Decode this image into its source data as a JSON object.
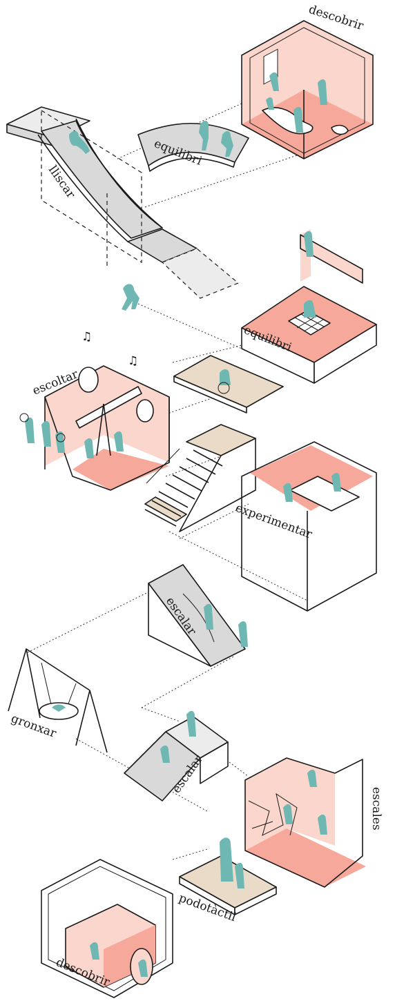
{
  "labels": {
    "descobrir_top": "descobrir",
    "equilibri_1": "equilibri",
    "lliscar": "lliscar",
    "equilibri_2": "equilibri",
    "escoltar": "escoltar",
    "experimentar": "experimentar",
    "escalar_1": "escalar",
    "gronxar": "gronxar",
    "escalar_2": "escalar",
    "escales": "escales",
    "podotactil": "podotàctil",
    "descobrir_bottom": "descobrir"
  },
  "colors": {
    "accent_pink": "#f6a99a",
    "light_pink": "#fbd6cc",
    "figure_teal": "#6fb7b3",
    "slab_grey": "#d9d9d9",
    "ramp_beige": "#eadbc8"
  }
}
